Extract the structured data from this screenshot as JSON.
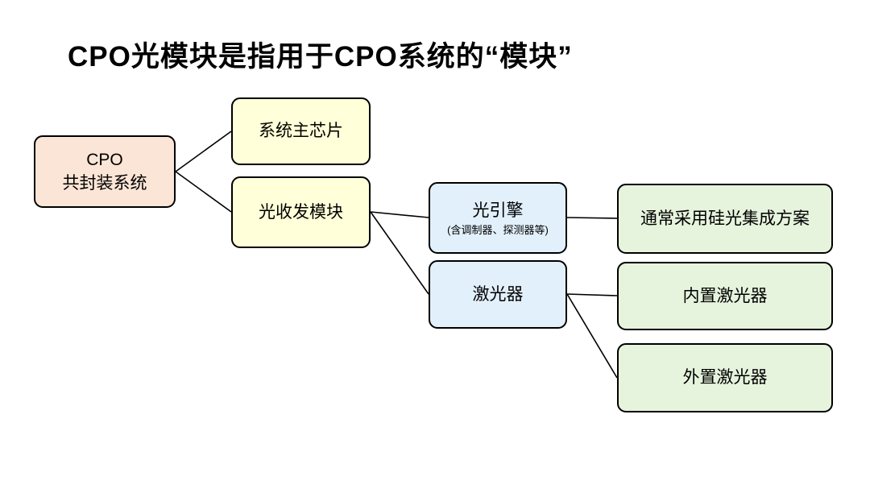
{
  "title": "CPO光模块是指用于CPO系统的“模块”",
  "colors": {
    "cpo_box": "#fbe5d6",
    "yellow_box": "#ffffd9",
    "blue_box": "#e2f0fb",
    "green_box": "#e6f3dd",
    "border": "#000000"
  },
  "nodes": {
    "cpo": {
      "line1": "CPO",
      "line2": "共封装系统"
    },
    "system_chip": {
      "label": "系统主芯片"
    },
    "transceiver": {
      "label": "光收发模块"
    },
    "engine": {
      "label": "光引擎",
      "sublabel": "(含调制器、探测器等)"
    },
    "laser": {
      "label": "激光器"
    },
    "silicon": {
      "label": "通常采用硅光集成方案"
    },
    "internal_laser": {
      "label": "内置激光器"
    },
    "external_laser": {
      "label": "外置激光器"
    }
  }
}
